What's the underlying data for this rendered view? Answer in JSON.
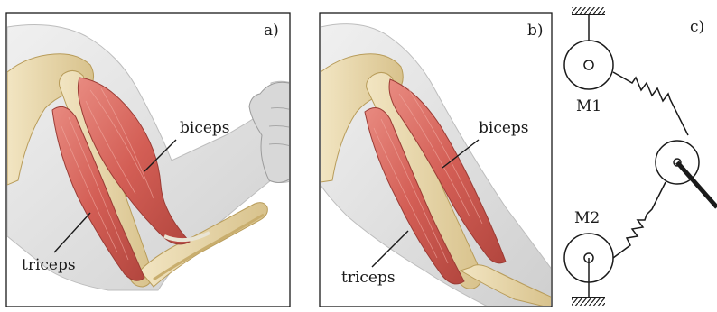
{
  "panel_a": {
    "tag": "a)",
    "muscle_upper": "biceps",
    "muscle_lower": "triceps"
  },
  "panel_b": {
    "tag": "b)",
    "muscle_upper": "biceps",
    "muscle_lower": "triceps"
  },
  "panel_c": {
    "tag": "c)",
    "motor_top": "M1",
    "motor_bottom": "M2"
  },
  "colors": {
    "muscle": "#d9675f",
    "muscle_dark": "#a8463f",
    "bone": "#e8d7aa",
    "skin": "#e3e3e3",
    "line": "#1a1a1a"
  }
}
